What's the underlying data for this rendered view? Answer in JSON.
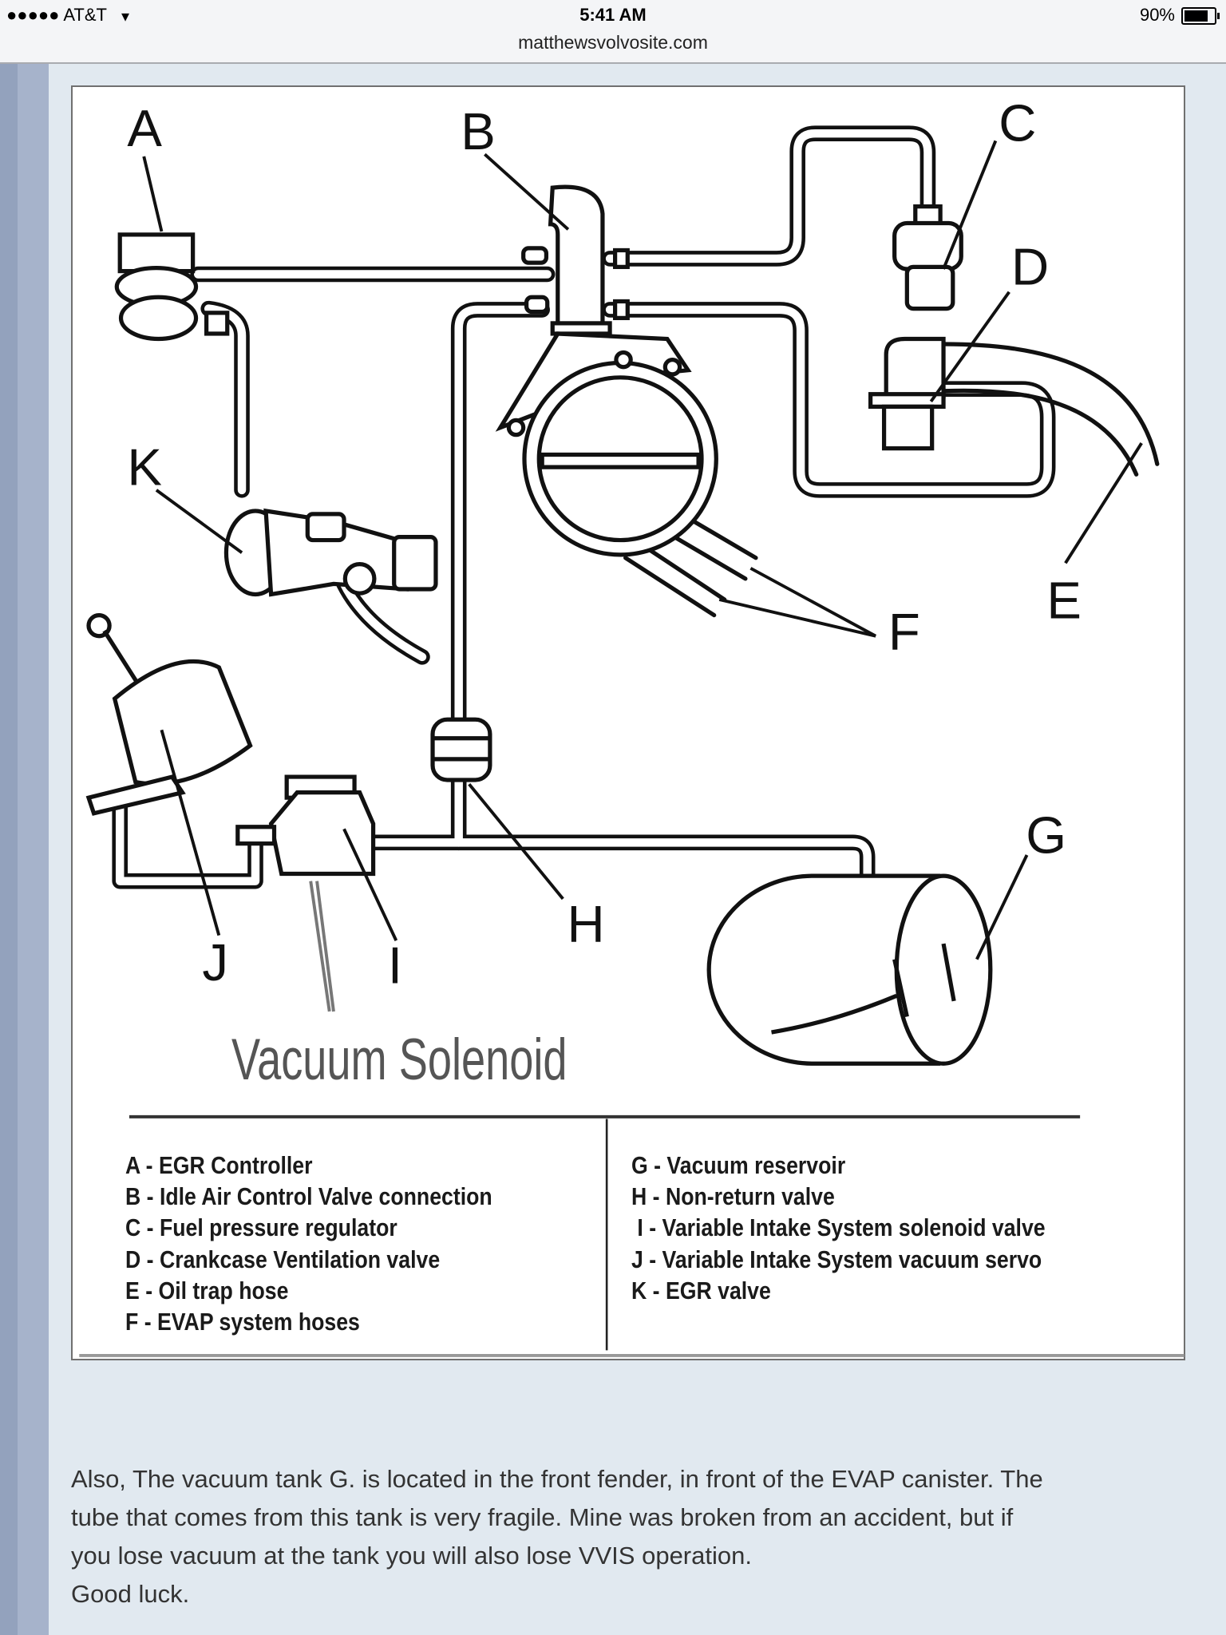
{
  "status_bar": {
    "carrier": "●●●●● AT&T",
    "wifi_icon": "wifi-icon",
    "time": "5:41 AM",
    "url": "matthewsvolvosite.com",
    "battery_percent": "90%",
    "battery_level": 0.9
  },
  "diagram": {
    "labels": {
      "A": "A",
      "B": "B",
      "C": "C",
      "D": "D",
      "E": "E",
      "F": "F",
      "G": "G",
      "H": "H",
      "I": "I",
      "J": "J",
      "K": "K"
    },
    "caption": "Vacuum Solenoid",
    "legend_left": [
      {
        "key": "A",
        "text": "A - EGR Controller"
      },
      {
        "key": "B",
        "text": "B - Idle Air Control Valve connection"
      },
      {
        "key": "C",
        "text": "C - Fuel pressure regulator"
      },
      {
        "key": "D",
        "text": "D - Crankcase Ventilation valve"
      },
      {
        "key": "E",
        "text": "E - Oil trap hose"
      },
      {
        "key": "F",
        "text": "F - EVAP system hoses"
      }
    ],
    "legend_right": [
      {
        "key": "G",
        "text": "G - Vacuum reservoir"
      },
      {
        "key": "H",
        "text": "H - Non-return valve"
      },
      {
        "key": "I",
        "text": " I - Variable Intake System solenoid valve"
      },
      {
        "key": "J",
        "text": "J - Variable Intake System vacuum servo"
      },
      {
        "key": "K",
        "text": "K - EGR valve"
      }
    ]
  },
  "post": {
    "lines": [
      "Also, The vacuum tank G. is located in the front fender, in front of the EVAP canister. The",
      "tube that comes from this tank is very fragile. Mine was broken from an accident, but if",
      "you lose vacuum at the tank you will also lose VVIS operation.",
      "Good luck."
    ]
  }
}
